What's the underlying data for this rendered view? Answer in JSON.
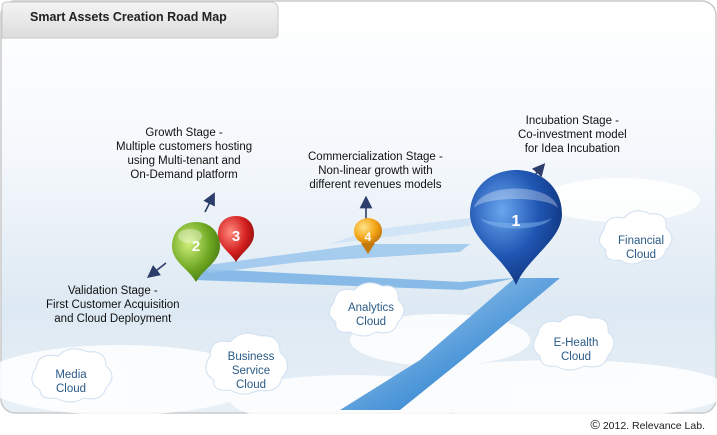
{
  "title": "Smart Assets Creation Road Map",
  "copyright": "2012. Relevance Lab.",
  "copyright_symbol": "©",
  "stages": [
    {
      "number": "1",
      "color": "#1f4fa0",
      "lines": [
        "Incubation Stage -",
        "Co-investment model",
        "for Idea Incubation"
      ]
    },
    {
      "number": "2",
      "color": "#6aa321",
      "lines": [
        "Validation Stage -",
        "First Customer Acquisition",
        "and Cloud Deployment"
      ]
    },
    {
      "number": "3",
      "color": "#cc1c1c",
      "lines": [
        "Growth Stage -",
        "Multiple customers hosting",
        "using Multi-tenant and",
        "On-Demand platform"
      ]
    },
    {
      "number": "4",
      "color": "#f0a213",
      "lines": [
        "Commercialization Stage -",
        "Non-linear growth with",
        "different revenues models"
      ]
    }
  ],
  "clouds": [
    {
      "lines": [
        "Financial",
        "Cloud"
      ]
    },
    {
      "lines": [
        "Analytics",
        "Cloud"
      ]
    },
    {
      "lines": [
        "E-Health",
        "Cloud"
      ]
    },
    {
      "lines": [
        "Business",
        "Service",
        "Cloud"
      ]
    },
    {
      "lines": [
        "Media",
        "Cloud"
      ]
    }
  ]
}
